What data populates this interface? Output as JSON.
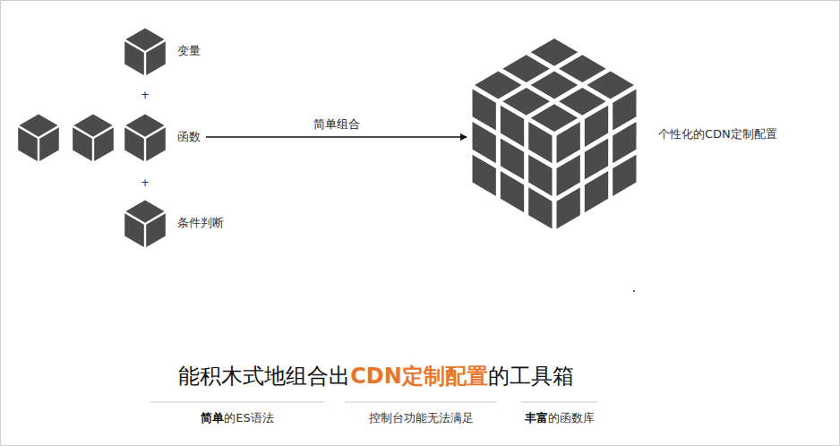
{
  "diagram": {
    "title": "能积木式地组合出CDN定制配置的工具箱",
    "nodes": [
      {
        "text": [
          "变量"
        ]
      },
      {
        "text": [
          "函数"
        ]
      },
      {
        "text": [
          "条件判断"
        ]
      },
      {
        "text": [
          "个性化的CDN定制配置"
        ]
      }
    ],
    "edges": [
      {
        "from": 1,
        "to": 3,
        "arrow": "to",
        "label": "简单组合"
      }
    ],
    "labels": [
      "+",
      "+",
      "简单的ES语法",
      "控制台功能无法满足",
      "丰富的函数库"
    ]
  }
}
